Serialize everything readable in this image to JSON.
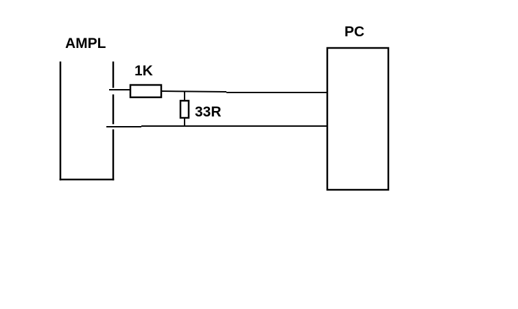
{
  "diagram": {
    "amplifier_label": "AMPL",
    "pc_label": "PC",
    "series_resistor_label": "1K",
    "shunt_resistor_label": "33R"
  },
  "colors": {
    "line": "#000000",
    "background": "#ffffff"
  }
}
